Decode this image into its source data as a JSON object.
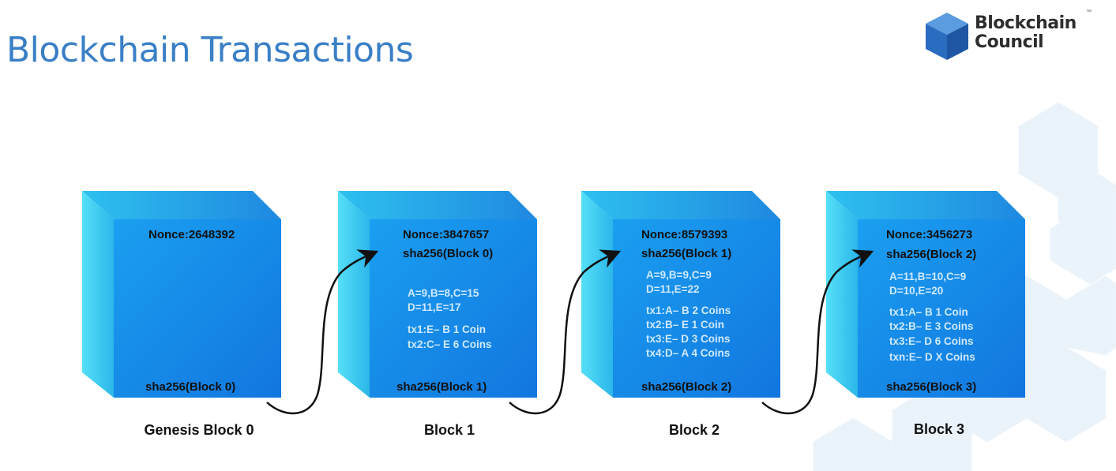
{
  "title": "Blockchain Transactions",
  "logo": {
    "line1": "Blockchain",
    "line2": "Council",
    "tm": "™"
  },
  "blocks": [
    {
      "label": "Genesis Block 0",
      "nonce": "Nonce:2648392",
      "prev": "",
      "balances": [],
      "txs": [],
      "footer": "sha256(Block 0)"
    },
    {
      "label": "Block 1",
      "nonce": "Nonce:3847657",
      "prev": "sha256(Block 0)",
      "balances": [
        "A=9,B=8,C=15",
        "D=11,E=17"
      ],
      "txs": [
        "tx1:E– B 1 Coin",
        "tx2:C– E 6 Coins"
      ],
      "footer": "sha256(Block 1)"
    },
    {
      "label": "Block 2",
      "nonce": "Nonce:8579393",
      "prev": "sha256(Block 1)",
      "balances": [
        "A=9,B=9,C=9",
        "D=11,E=22"
      ],
      "txs": [
        "tx1:A– B 2 Coins",
        "tx2:B– E 1 Coin",
        "tx3:E– D 3 Coins",
        "tx4:D– A 4 Coins"
      ],
      "footer": "sha256(Block 2)"
    },
    {
      "label": "Block 3",
      "nonce": "Nonce:3456273",
      "prev": "sha256(Block 2)",
      "balances": [
        "A=11,B=10,C=9",
        "D=10,E=20"
      ],
      "txs": [
        "tx1:A– B 1 Coin",
        "tx2:B– E 3 Coins",
        "tx3:E– D 6 Coins",
        "txn:E– D X Coins"
      ],
      "footer": "sha256(Block 3)"
    }
  ],
  "colors": {
    "title": "#3a7fc6",
    "cube_front": "#1d8fea",
    "cube_side": "#3cc6ee",
    "cube_top": "#2fa9e8",
    "logo_cube": "#2a6cc0"
  }
}
